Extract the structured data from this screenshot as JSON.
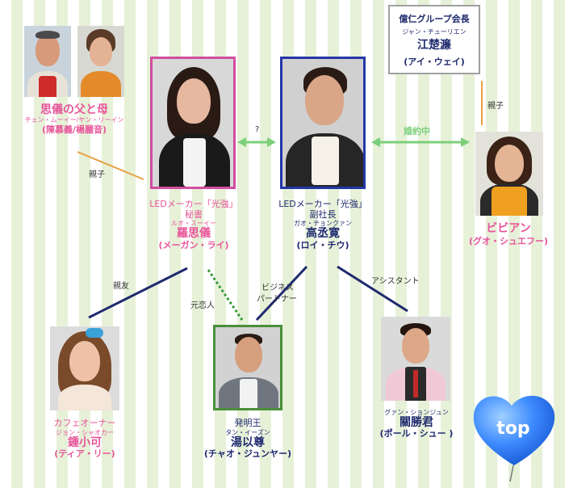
{
  "parents": {
    "name": "思儀の父と母",
    "reading": "チェン・ムーイー/ヤン・リーイン",
    "actor": "(陳慕義/楊麗音)"
  },
  "luo": {
    "role1": "LEDメーカー「光強」",
    "role2": "秘書",
    "reading": "ルオ・スーイー",
    "name": "羅思儀",
    "actor": "(メーガン・ライ)"
  },
  "gao": {
    "role1": "LEDメーカー「光強」",
    "role2": "副社長",
    "reading": "ガオ・チョンクァン",
    "name": "高丞寛",
    "actor": "(ロイ・チウ)"
  },
  "boss": {
    "title": "億仁グループ会長",
    "reading": "ジャン・チューリエン",
    "name": "江楚濂",
    "actor": "(アイ・ウェイ)"
  },
  "vivian": {
    "name": "ビビアン",
    "actor": "(グオ・シュエフー)"
  },
  "zhong": {
    "role": "カフェオーナー",
    "reading": "ジョン・シャオカー",
    "name": "鍾小可",
    "actor": "(ティア・リー)"
  },
  "tang": {
    "role": "発明王",
    "reading": "タン・イーズン",
    "name": "湯以尊",
    "actor": "(チャオ・ジュンヤー)"
  },
  "guan": {
    "reading": "グァン・ションジュン",
    "name": "關勝君",
    "actor": "(ポール・シュー )"
  },
  "relations": {
    "question": "?",
    "engaged": "婚約中",
    "parent_child_left": "親子",
    "parent_child_right": "親子",
    "best_friend": "親友",
    "ex_lover": "元恋人",
    "business_1": "ビジネス",
    "business_2": "パートナー",
    "assistant": "アシスタント"
  },
  "nav": {
    "top_label": "top"
  },
  "colors": {
    "pink": "#e8559a",
    "navy": "#1f2a6e",
    "green_arrow": "#7ccf7a",
    "frame_pink": "#d14da0",
    "frame_blue": "#2337a8",
    "frame_green": "#4a8f3a",
    "orange_line": "#e8a040",
    "heart_blue": "#2f7bff"
  }
}
